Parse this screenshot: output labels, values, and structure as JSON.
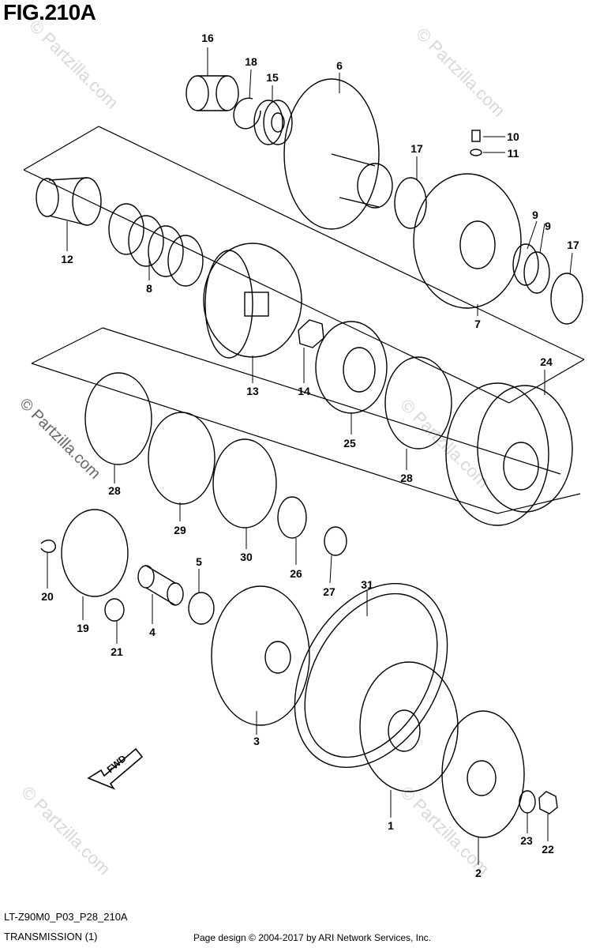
{
  "title": "FIG.210A",
  "footer": {
    "code": "LT-Z90M0_P03_P28_210A",
    "subtitle": "TRANSMISSION (1)",
    "credit": "Page design © 2004-2017 by ARI Network Services, Inc."
  },
  "watermark": "© Partzilla.com",
  "fwd": "FWD",
  "callouts": {
    "c1": "1",
    "c2": "2",
    "c3": "3",
    "c4": "4",
    "c5": "5",
    "c6": "6",
    "c7": "7",
    "c8": "8",
    "c9a": "9",
    "c9b": "9",
    "c10": "10",
    "c11": "11",
    "c12": "12",
    "c13": "13",
    "c14": "14",
    "c15": "15",
    "c16": "16",
    "c17a": "17",
    "c17b": "17",
    "c18": "18",
    "c19": "19",
    "c20": "20",
    "c21": "21",
    "c22": "22",
    "c23": "23",
    "c24": "24",
    "c25": "25",
    "c26": "26",
    "c27": "27",
    "c28a": "28",
    "c28b": "28",
    "c29": "29",
    "c30": "30",
    "c31": "31"
  }
}
